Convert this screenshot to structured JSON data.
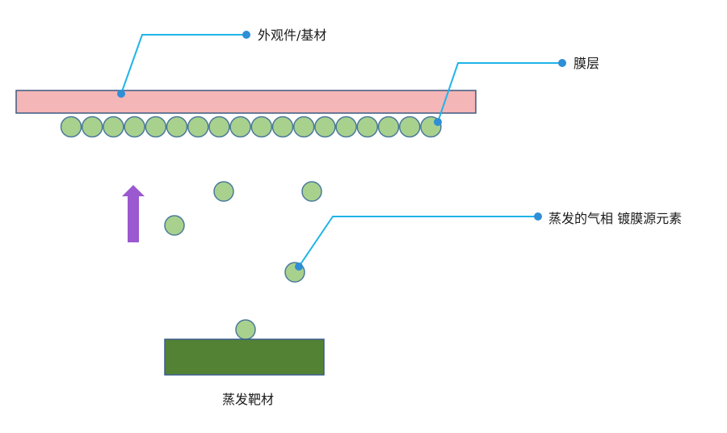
{
  "labels": {
    "substrate": "外观件/基材",
    "film_layer": "膜层",
    "vapor_elements": "蒸发的气相 镀膜源元素",
    "target": "蒸发靶材"
  },
  "colors": {
    "substrate_fill": "#f4b6b6",
    "substrate_stroke": "#3d5a80",
    "particle_fill": "#a9d18e",
    "particle_stroke": "#4a7a9a",
    "target_fill": "#548235",
    "target_stroke": "#385d8a",
    "arrow_fill": "#9b59d0",
    "callout_line": "#1fb4e8",
    "callout_dot": "#2e8fd6"
  },
  "icons": {
    "arrow": "up-arrow-icon"
  }
}
